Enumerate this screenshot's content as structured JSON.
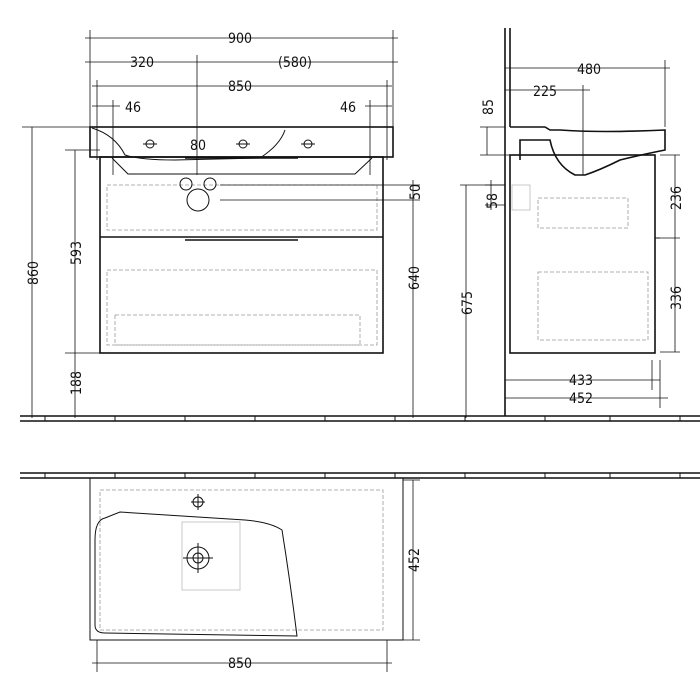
{
  "front_view": {
    "dim_total_width": "900",
    "dim_left_offset": "320",
    "dim_right_offset": "(580)",
    "dim_cabinet_width": "850",
    "dim_left_inset": "46",
    "dim_right_inset": "46",
    "dim_tap_hole_spacing": "80",
    "dim_drain_spacing": "50",
    "dim_total_height": "860",
    "dim_cabinet_height": "593",
    "dim_floor_clearance": "188",
    "dim_drain_height_1": "640",
    "dim_drain_height_2": "675"
  },
  "side_view": {
    "dim_basin_depth": "480",
    "dim_tap_offset": "225",
    "dim_basin_height": "85",
    "dim_siphon": "58",
    "dim_top_drawer": "236",
    "dim_bottom_drawer": "336",
    "dim_cabinet_depth": "433",
    "dim_overall_depth": "452"
  },
  "plan_view": {
    "dim_depth": "452",
    "dim_width": "850"
  }
}
